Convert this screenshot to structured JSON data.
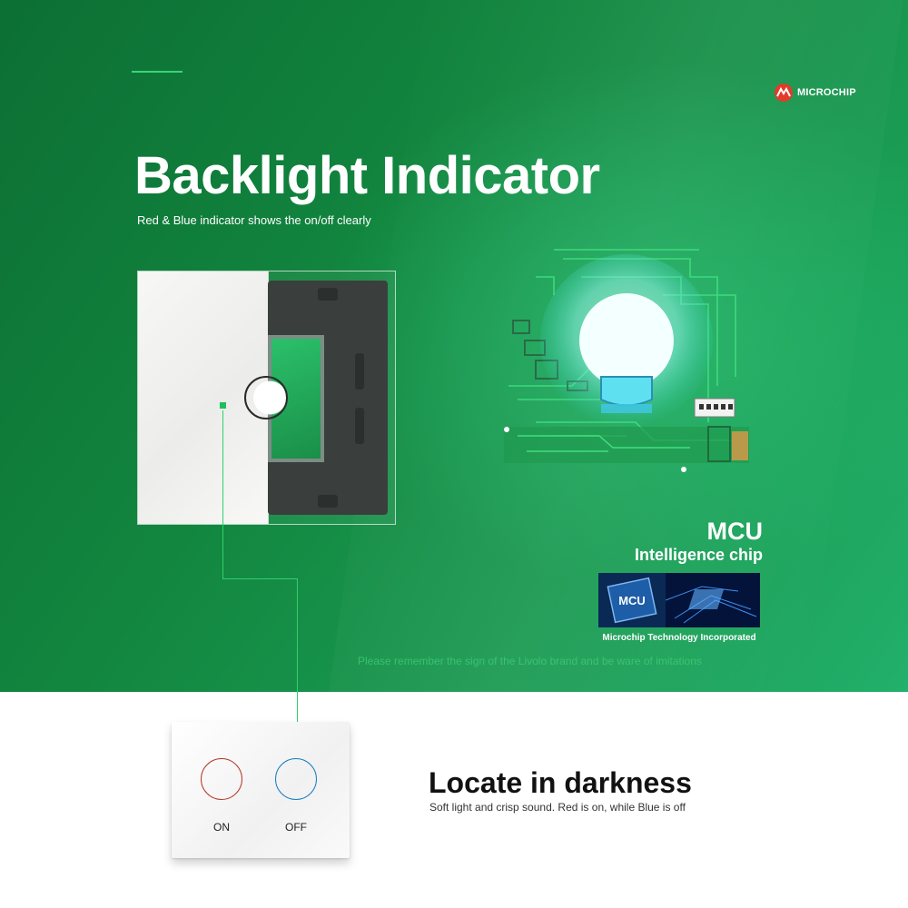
{
  "brand": {
    "name": "MICROCHIP",
    "logo_icon": "microchip-logo-icon"
  },
  "hero": {
    "title": "Backlight Indicator",
    "subtitle": "Red & Blue indicator shows the on/off clearly",
    "background_colors": [
      "#0c6f34",
      "#12863f",
      "#22b06a"
    ]
  },
  "mcu": {
    "title": "MCU",
    "subtitle": "Intelligence chip",
    "chip_label": "MCU",
    "caption": "Microchip Technology Incorporated"
  },
  "reminder": "Please remember the sign of the Livolo brand and be ware of imitations",
  "darkness": {
    "title": "Locate in darkness",
    "subtitle": "Soft light and crisp sound. Red is on, while Blue is off",
    "on_label": "ON",
    "off_label": "OFF",
    "on_color": "#b33a2a",
    "off_color": "#1a7fbf"
  },
  "icons": [
    "microchip-logo-icon",
    "led-bulb-icon",
    "circuit-board-icon",
    "touch-button-icon",
    "chip-icon"
  ]
}
